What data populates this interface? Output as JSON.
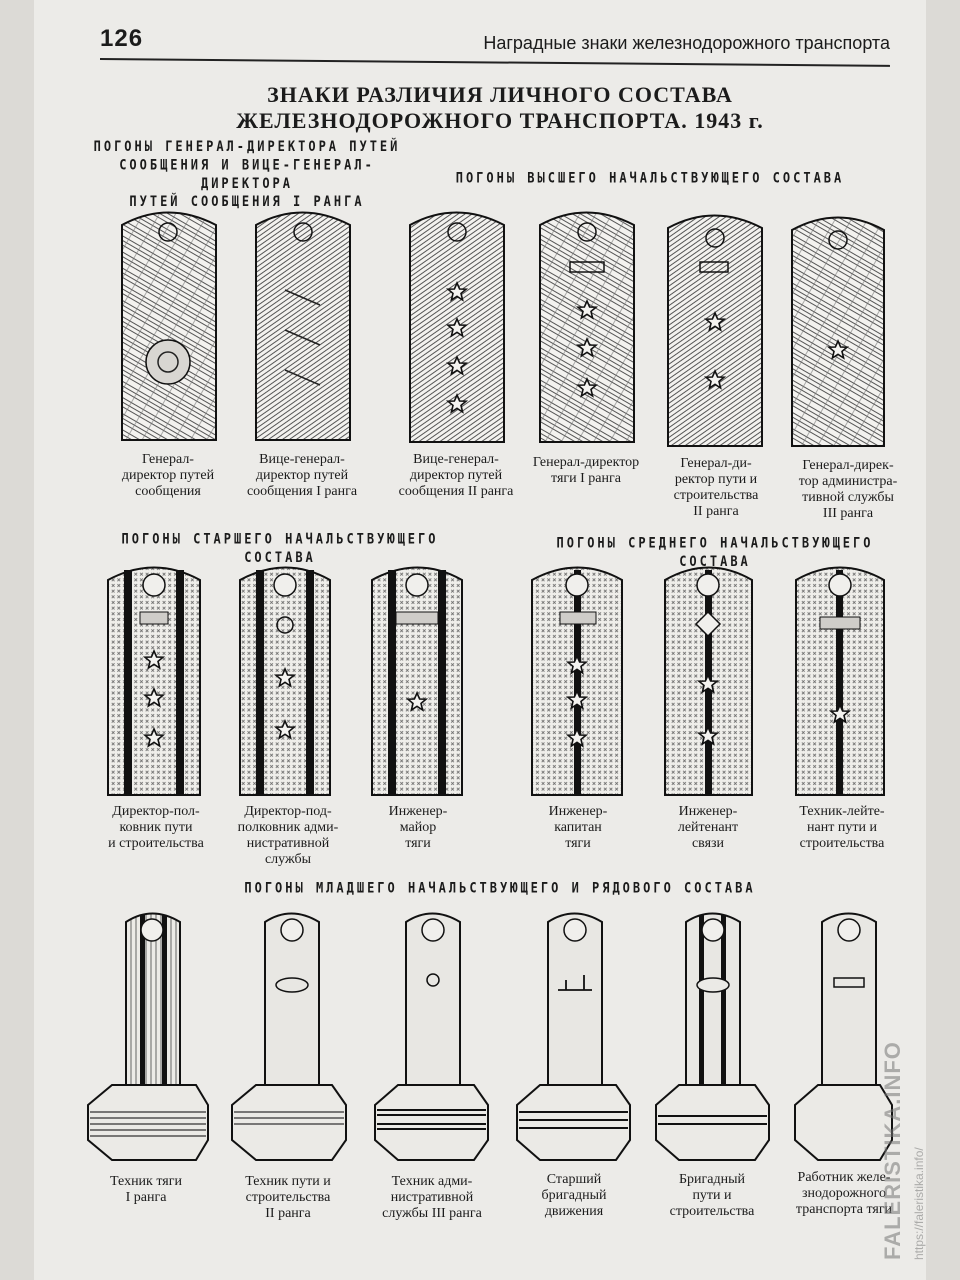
{
  "header": {
    "page_number": "126",
    "running_title": "Наградные знаки железнодорожного транспорта"
  },
  "title": {
    "line1": "ЗНАКИ РАЗЛИЧИЯ ЛИЧНОГО СОСТАВА",
    "line2": "ЖЕЛЕЗНОДОРОЖНОГО ТРАНСПОРТА. 1943 г."
  },
  "sections": {
    "general_directors": "ПОГОНЫ ГЕНЕРАЛ-ДИРЕКТОРА ПУТЕЙ\nСООБЩЕНИЯ И ВИЦЕ-ГЕНЕРАЛ-ДИРЕКТОРА\nПУТЕЙ СООБЩЕНИЯ I РАНГА",
    "senior_command": "ПОГОНЫ ВЫСШЕГО НАЧАЛЬСТВУЮЩЕГО СОСТАВА",
    "older_command": "ПОГОНЫ СТАРШЕГО НАЧАЛЬСТВУЮЩЕГО СОСТАВА",
    "middle_command": "ПОГОНЫ СРЕДНЕГО НАЧАЛЬСТВУЮЩЕГО СОСТАВА",
    "junior_command": "ПОГОНЫ МЛАДШЕГО НАЧАЛЬСТВУЮЩЕГО И РЯДОВОГО СОСТАВА"
  },
  "row1_captions": [
    "Генерал-\nдиректор путей\nсообщения",
    "Вице-генерал-\nдиректор путей\nсообщения I ранга",
    "Вице-генерал-\nдиректор путей\nсообщения II ранга",
    "Генерал-директор\nтяги I ранга",
    "Генерал-ди-\nректор пути и\nстроительства\nII ранга",
    "Генерал-дирек-\nтор администра-\nтивной службы\nIII ранга"
  ],
  "row2_captions": [
    "Директор-пол-\nковник пути\nи строительства",
    "Директор-под-\nполковник адми-\nнистративной\nслужбы",
    "Инженер-\nмайор\nтяги",
    "Инженер-\nкапитан\nтяги",
    "Инженер-\nлейтенант\nсвязи",
    "Техник-лейте-\nнант пути и\nстроительства"
  ],
  "row3_captions": [
    "Техник тяги\nI ранга",
    "Техник пути и\nстроительства\nII ранга",
    "Техник адми-\nнистративной\nслужбы III ранга",
    "Старший\nбригадный\nдвижения",
    "Бригадный\nпути и\nстроительства",
    "Работник желе-\nзнодорожного\nтранспорта тяги"
  ],
  "watermark": {
    "logo": "FALERISTIKA.INFO",
    "url": "https://faleristika.info/"
  }
}
